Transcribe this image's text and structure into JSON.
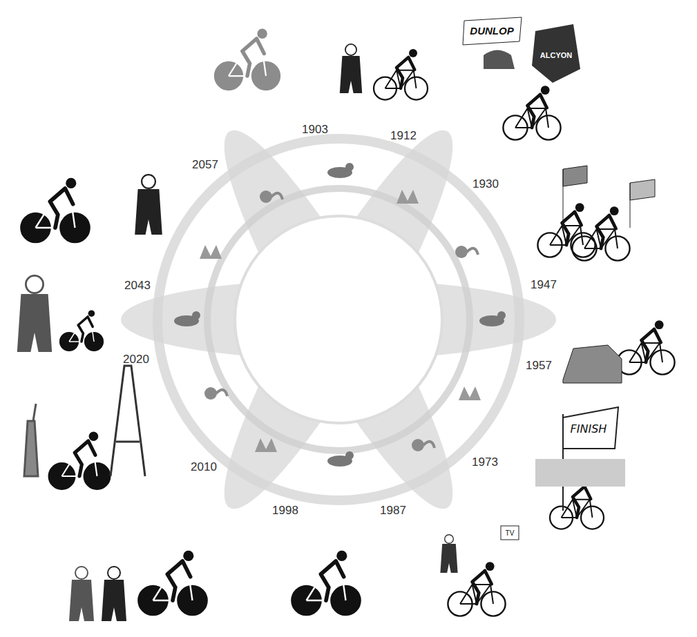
{
  "diagram": {
    "labels": [
      "1903",
      "1912",
      "1930",
      "1947",
      "1957",
      "1973",
      "1987",
      "1998",
      "2010",
      "2020",
      "2043",
      "2057",
      "DUNLOP",
      "ALCYON",
      "FINISH",
      "TV"
    ]
  }
}
